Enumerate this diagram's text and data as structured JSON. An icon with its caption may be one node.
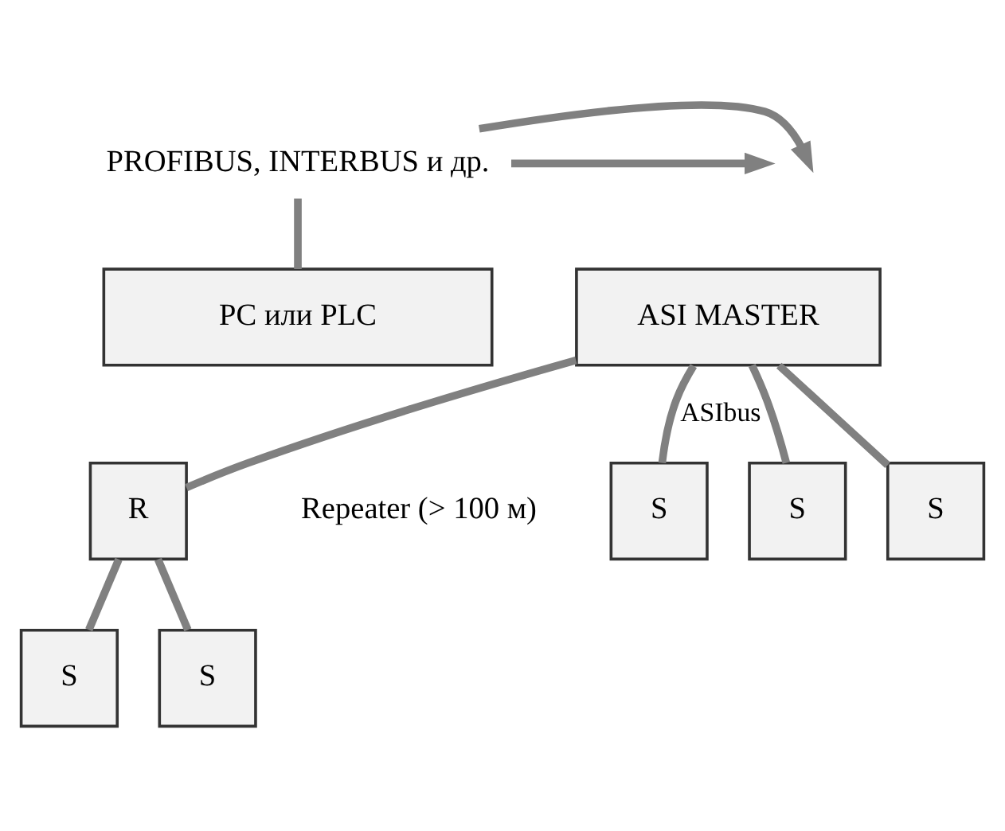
{
  "diagram": {
    "nodes": [
      {
        "text": [
          "PROFIBUS, INTERBUS и др."
        ]
      },
      {
        "text": [
          "PC или PLC"
        ]
      },
      {
        "text": [
          "ASI MASTER"
        ]
      },
      {
        "text": [
          "R"
        ],
        "beside": [
          "Repeater (> 100 м)"
        ]
      },
      {
        "text": [
          "S"
        ]
      },
      {
        "text": [
          "S"
        ]
      },
      {
        "text": [
          "S"
        ]
      },
      {
        "text": [
          "S"
        ]
      },
      {
        "text": [
          "S"
        ]
      }
    ],
    "edges": [
      {
        "from": 0,
        "to": null,
        "arrow": "to"
      },
      {
        "from": 0,
        "to": null,
        "arrow": "to"
      },
      {
        "from": 0,
        "to": 1,
        "arrow": "none"
      },
      {
        "from": 2,
        "to": 4,
        "arrow": "none",
        "label": "ASIbus"
      },
      {
        "from": 2,
        "to": 5,
        "arrow": "none"
      },
      {
        "from": 2,
        "to": 6,
        "arrow": "none"
      },
      {
        "from": 2,
        "to": 3,
        "arrow": "none"
      },
      {
        "from": 3,
        "to": 7,
        "arrow": "none"
      },
      {
        "from": 3,
        "to": 8,
        "arrow": "none"
      }
    ]
  }
}
